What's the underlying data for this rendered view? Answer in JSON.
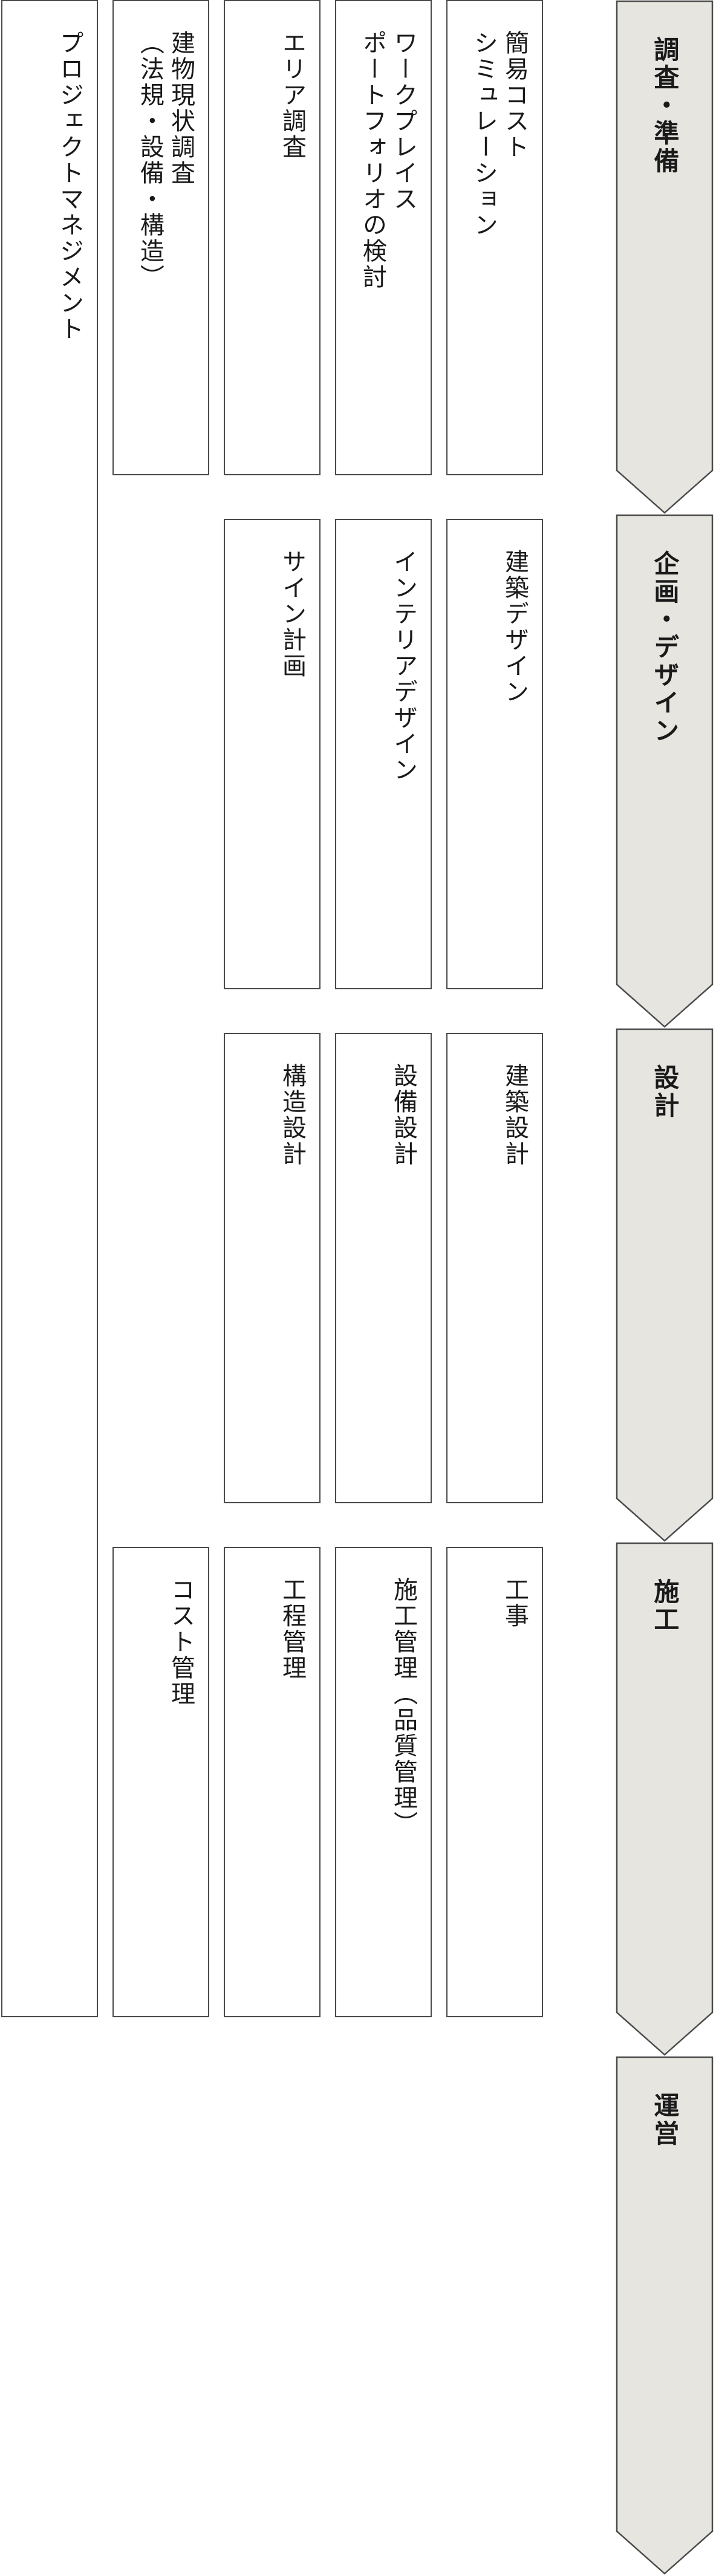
{
  "phases": [
    {
      "label": "調査・準備"
    },
    {
      "label": "企画・デザイン"
    },
    {
      "label": "設計"
    },
    {
      "label": "施工"
    },
    {
      "label": "運営"
    }
  ],
  "services": {
    "project_management": "プロジェクトマネジメント",
    "building_survey": [
      "建物現状調査",
      "（法規・設備・構造）"
    ],
    "area_survey": "エリア調査",
    "workplace_portfolio": [
      "ワークプレイス",
      "ポートフォリオの検討"
    ],
    "cost_simulation": [
      "簡易コスト",
      "シミュレーション"
    ],
    "sign_plan": "サイン計画",
    "interior_design": "インテリアデザイン",
    "architecture_design": "建築デザイン",
    "structural_design": "構造設計",
    "mep_design": "設備設計",
    "architectural_design": "建築設計",
    "cost_management": "コスト管理",
    "schedule_management": "工程管理",
    "construction_management": "施工管理（品質管理）",
    "construction": "工事"
  },
  "colors": {
    "phase_fill": "#e6e5e0",
    "phase_stroke": "#4a4a4a",
    "box_stroke": "#4a4a4a",
    "text": "#1a1a1a"
  }
}
